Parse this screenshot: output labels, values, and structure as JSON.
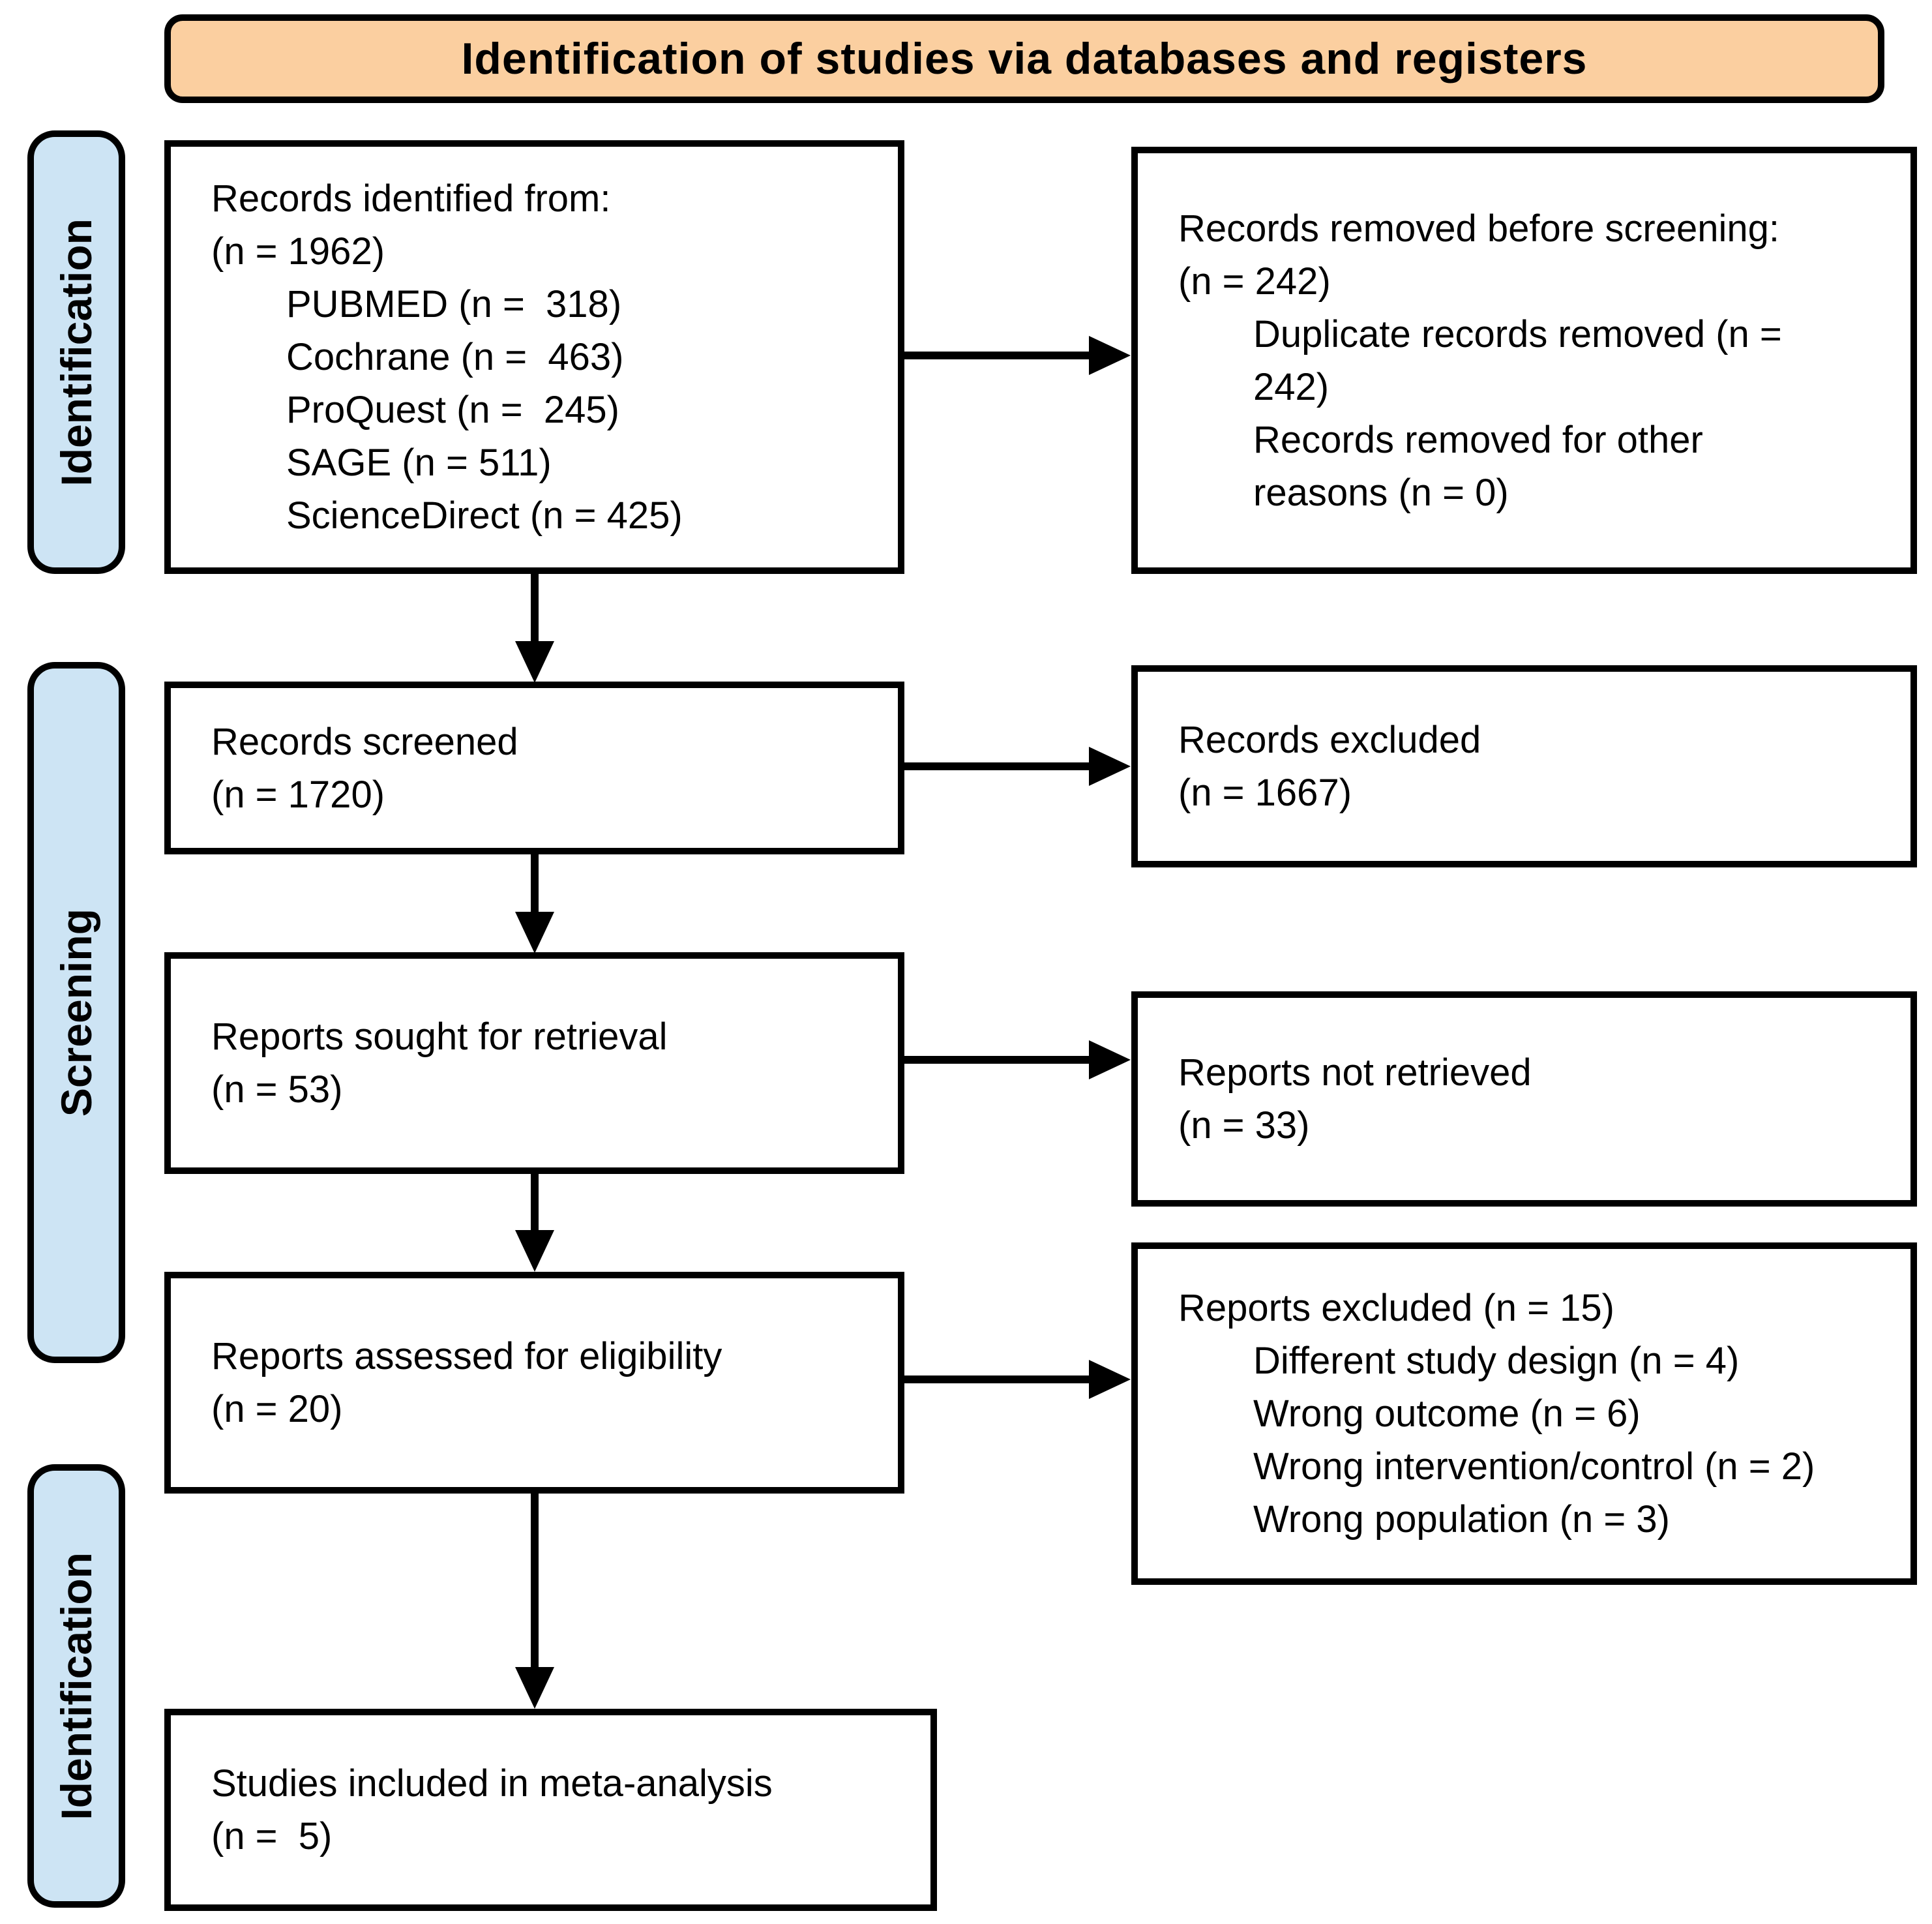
{
  "colors": {
    "banner_bg": "#FBCFA0",
    "tab_bg": "#CDE4F4",
    "box_bg": "#FFFFFF",
    "border": "#000000",
    "text": "#000000"
  },
  "banner": {
    "label": "Identification of studies via databases and registers"
  },
  "tabs": {
    "top": "Identification",
    "middle": "Screening",
    "bottom": "Identification"
  },
  "boxes": {
    "records_identified": {
      "lines": [
        "Records identified from:",
        "(n = 1962)",
        "PUBMED (n =  318)",
        "Cochrane (n =  463)",
        "ProQuest (n =  245)",
        "SAGE (n = 511)",
        "ScienceDirect (n = 425)"
      ]
    },
    "records_removed": {
      "lines": [
        "Records removed before screening:",
        "(n = 242)",
        "Duplicate records removed (n =",
        "242)",
        "Records removed for other",
        "reasons (n = 0)"
      ]
    },
    "records_screened": {
      "lines": [
        "Records screened",
        "(n = 1720)"
      ]
    },
    "records_excluded": {
      "lines": [
        "Records excluded",
        "(n = 1667)"
      ]
    },
    "reports_sought": {
      "lines": [
        "Reports sought for retrieval",
        "(n = 53)"
      ]
    },
    "reports_not_retrieved": {
      "lines": [
        "Reports not retrieved",
        "(n = 33)"
      ]
    },
    "reports_assessed": {
      "lines": [
        "Reports assessed for eligibility",
        "(n = 20)"
      ]
    },
    "reports_excluded": {
      "lines": [
        "Reports excluded (n = 15)",
        "Different study design (n = 4)",
        "Wrong outcome (n = 6)",
        "Wrong intervention/control (n = 2)",
        "Wrong population (n = 3)"
      ]
    },
    "studies_included": {
      "lines": [
        "Studies included in meta-analysis",
        "(n =  5)"
      ]
    }
  }
}
